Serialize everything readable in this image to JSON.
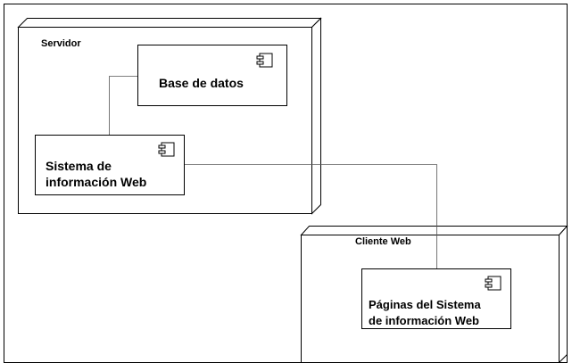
{
  "diagram": {
    "nodes": {
      "servidor": {
        "label": "Servidor"
      },
      "cliente": {
        "label": "Cliente Web"
      }
    },
    "components": {
      "base_datos": {
        "lines": [
          "Base de datos"
        ]
      },
      "sistema": {
        "lines": [
          "Sistema de",
          "información Web"
        ]
      },
      "paginas": {
        "lines": [
          "Páginas del Sistema",
          "de información Web"
        ]
      }
    },
    "icons": {
      "component": "component-icon"
    }
  }
}
